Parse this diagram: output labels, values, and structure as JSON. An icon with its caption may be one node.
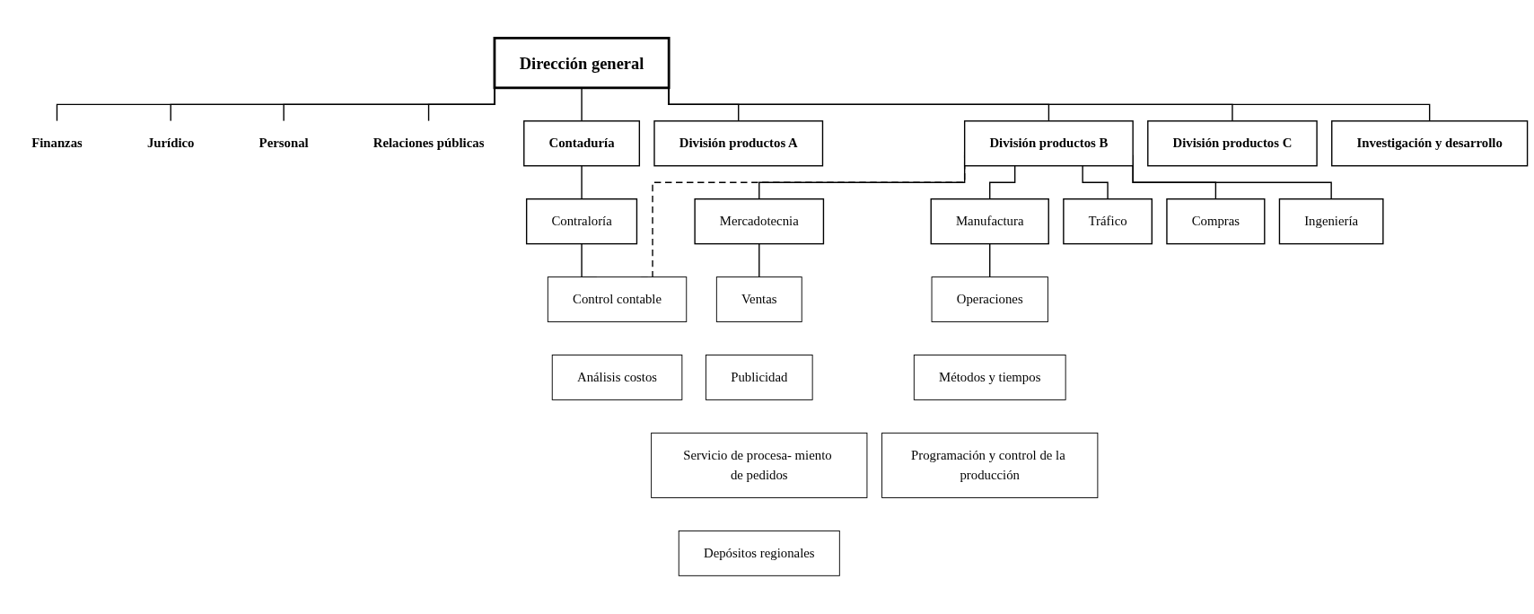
{
  "diagram": {
    "nodes": [
      {
        "text": [
          "Dirección general"
        ]
      },
      {
        "text": [
          "Finanzas"
        ]
      },
      {
        "text": [
          "Jurídico"
        ]
      },
      {
        "text": [
          "Personal"
        ]
      },
      {
        "text": [
          "Relaciones públicas"
        ]
      },
      {
        "text": [
          "Contaduría"
        ]
      },
      {
        "text": [
          "División productos A"
        ]
      },
      {
        "text": [
          "División productos B"
        ]
      },
      {
        "text": [
          "División productos C"
        ]
      },
      {
        "text": [
          "Investigación y desarrollo"
        ]
      },
      {
        "text": [
          "Contraloría"
        ]
      },
      {
        "text": [
          "Mercadotecnia"
        ]
      },
      {
        "text": [
          "Manufactura"
        ]
      },
      {
        "text": [
          "Tráfico"
        ]
      },
      {
        "text": [
          "Compras"
        ]
      },
      {
        "text": [
          "Ingeniería"
        ]
      },
      {
        "text": [
          "Control contable"
        ]
      },
      {
        "text": [
          "Análisis costos"
        ]
      },
      {
        "text": [
          "Ventas"
        ]
      },
      {
        "text": [
          "Publicidad"
        ]
      },
      {
        "text": [
          "Servicio de procesa- miento de pedidos"
        ]
      },
      {
        "text": [
          "Depósitos regionales"
        ]
      },
      {
        "text": [
          "Operaciones"
        ]
      },
      {
        "text": [
          "Métodos y tiempos"
        ]
      },
      {
        "text": [
          "Programación y control de la producción"
        ]
      }
    ],
    "edges": [
      {
        "from": 0,
        "to": 1,
        "arrow": "none"
      },
      {
        "from": 0,
        "to": 2,
        "arrow": "none"
      },
      {
        "from": 0,
        "to": 3,
        "arrow": "none"
      },
      {
        "from": 0,
        "to": 4,
        "arrow": "none"
      },
      {
        "from": 0,
        "to": 5,
        "arrow": "none"
      },
      {
        "from": 0,
        "to": 6,
        "arrow": "none"
      },
      {
        "from": 0,
        "to": 7,
        "arrow": "none"
      },
      {
        "from": 0,
        "to": 8,
        "arrow": "none"
      },
      {
        "from": 0,
        "to": 9,
        "arrow": "none"
      },
      {
        "from": 5,
        "to": 10,
        "arrow": "none"
      },
      {
        "from": 7,
        "to": 16,
        "arrow": "none",
        "style": "dashed"
      },
      {
        "from": 7,
        "to": 11,
        "arrow": "none"
      },
      {
        "from": 7,
        "to": 12,
        "arrow": "none"
      },
      {
        "from": 7,
        "to": 13,
        "arrow": "none"
      },
      {
        "from": 7,
        "to": 14,
        "arrow": "none"
      },
      {
        "from": 7,
        "to": 15,
        "arrow": "none"
      },
      {
        "from": 10,
        "to": 16,
        "arrow": "none"
      },
      {
        "from": 11,
        "to": 18,
        "arrow": "none"
      },
      {
        "from": 12,
        "to": 22,
        "arrow": "none"
      }
    ]
  }
}
